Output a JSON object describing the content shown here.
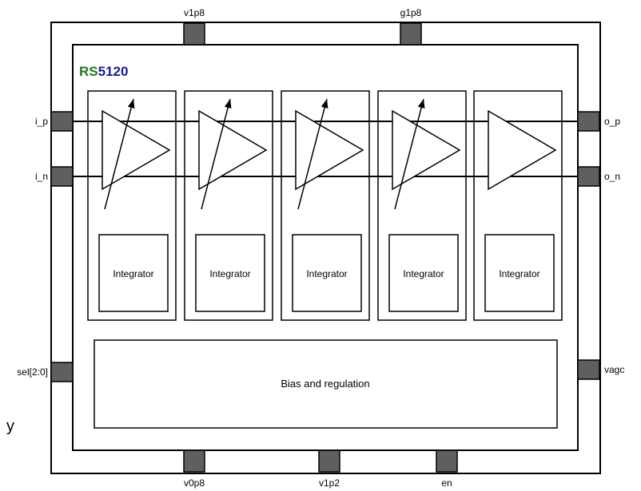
{
  "chip": {
    "name_prefix": "RS",
    "name_suffix": "5120",
    "prefix_color": "#1f7a1f",
    "suffix_color": "#1a1a9a"
  },
  "pins": {
    "top": [
      "v1p8",
      "g1p8"
    ],
    "bottom": [
      "v0p8",
      "v1p2",
      "en"
    ],
    "left": [
      "i_p",
      "i_n",
      "sel[2:0]"
    ],
    "right": [
      "o_p",
      "o_n",
      "vagc"
    ]
  },
  "stages": [
    {
      "block_label": "Integrator",
      "variable_gain": true
    },
    {
      "block_label": "Integrator",
      "variable_gain": true
    },
    {
      "block_label": "Integrator",
      "variable_gain": true
    },
    {
      "block_label": "Integrator",
      "variable_gain": true
    },
    {
      "block_label": "Integrator",
      "variable_gain": false
    }
  ],
  "bias_block": {
    "label": "Bias and regulation"
  },
  "side_fragment": "y",
  "colors": {
    "pad": "#5f5f5f",
    "line": "#000000",
    "background": "#ffffff"
  }
}
